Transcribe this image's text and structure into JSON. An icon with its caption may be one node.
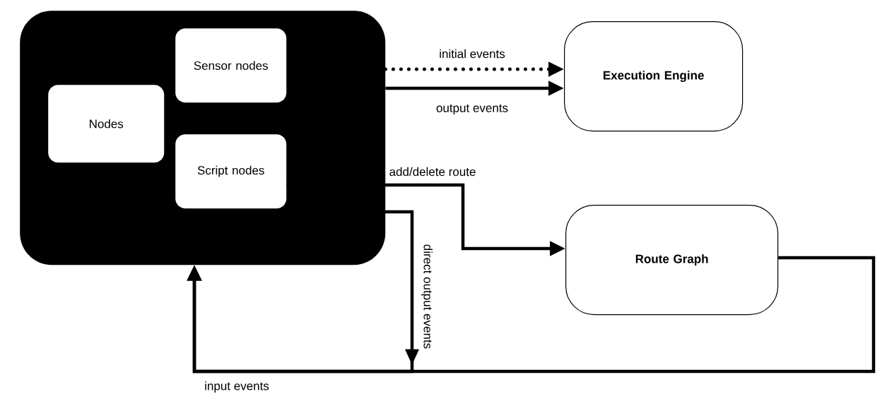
{
  "diagram": {
    "nodes": [
      {
        "text": [],
        "shape": "box"
      },
      {
        "text": [
          "Nodes"
        ],
        "in": 0
      },
      {
        "text": [
          "Sensor nodes"
        ],
        "in": 0
      },
      {
        "text": [
          "Script nodes"
        ],
        "in": 0
      },
      {
        "text": [
          "Execution Engine"
        ]
      },
      {
        "text": [
          "Route Graph"
        ]
      }
    ],
    "edges": [
      {
        "from": 0,
        "to": 4,
        "arrow": "to",
        "label": "initial events",
        "style": "dashed"
      },
      {
        "from": 0,
        "to": 4,
        "arrow": "to",
        "label": "output events"
      },
      {
        "from": 3,
        "to": 5,
        "arrow": "to",
        "label": "add/delete route"
      },
      {
        "from": 3,
        "to": 0,
        "arrow": "to",
        "label": "direct output events"
      },
      {
        "from": 5,
        "to": 0,
        "arrow": "to",
        "label": "input events"
      }
    ]
  }
}
